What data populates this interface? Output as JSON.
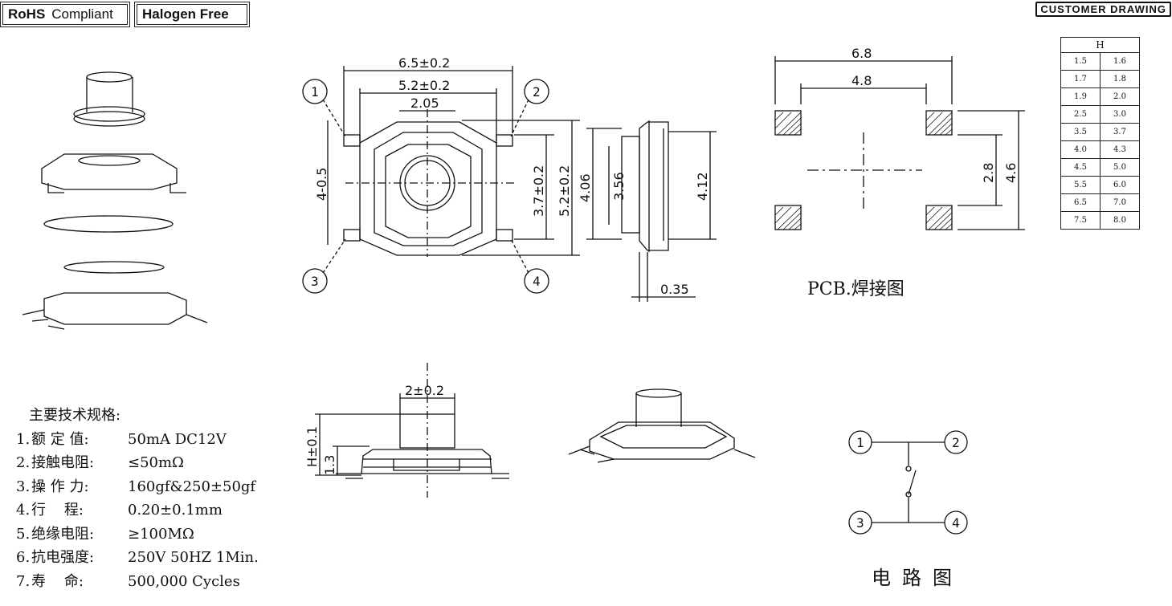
{
  "badges": {
    "rohs_bold": "RoHS",
    "rohs_text": "Compliant",
    "halogen": "Halogen Free"
  },
  "customer_drawing": "CUSTOMER DRAWING",
  "dimensions": {
    "top_width_outer": "6.5±0.2",
    "top_width_inner": "5.2±0.2",
    "top_button": "2.05",
    "pin_pitch": "4-0.5",
    "height_37": "3.7±0.2",
    "height_52": "5.2±0.2",
    "side_406": "4.06",
    "side_356": "3.56",
    "side_412": "4.12",
    "side_035": "0.35",
    "pcb_68": "6.8",
    "pcb_48": "4.8",
    "pcb_28": "2.8",
    "pcb_46": "4.6",
    "front_button": "2±0.2",
    "front_h": "H±0.1",
    "front_13": "1.3"
  },
  "pin_labels": [
    "1",
    "2",
    "3",
    "4"
  ],
  "pcb_caption": "PCB.焊接图",
  "circuit_caption": "电路图",
  "h_table": {
    "header": "H",
    "rows": [
      [
        "1.5",
        "1.6"
      ],
      [
        "1.7",
        "1.8"
      ],
      [
        "1.9",
        "2.0"
      ],
      [
        "2.5",
        "3.0"
      ],
      [
        "3.5",
        "3.7"
      ],
      [
        "4.0",
        "4.3"
      ],
      [
        "4.5",
        "5.0"
      ],
      [
        "5.5",
        "6.0"
      ],
      [
        "6.5",
        "7.0"
      ],
      [
        "7.5",
        "8.0"
      ]
    ]
  },
  "specs": {
    "title": "主要技术规格:",
    "items": [
      {
        "num": "1.",
        "label": "额 定 值:",
        "value": "50mA DC12V"
      },
      {
        "num": "2.",
        "label": "接触电阻:",
        "value": "≤50mΩ"
      },
      {
        "num": "3.",
        "label": "操 作 力:",
        "value": "160gf&250±50gf"
      },
      {
        "num": "4.",
        "label": "行    程:",
        "value": "0.20±0.1mm"
      },
      {
        "num": "5.",
        "label": "绝缘电阻:",
        "value": "≥100MΩ"
      },
      {
        "num": "6.",
        "label": "抗电强度:",
        "value": "250V 50HZ 1Min."
      },
      {
        "num": "7.",
        "label": "寿    命:",
        "value": "500,000 Cycles"
      }
    ]
  }
}
